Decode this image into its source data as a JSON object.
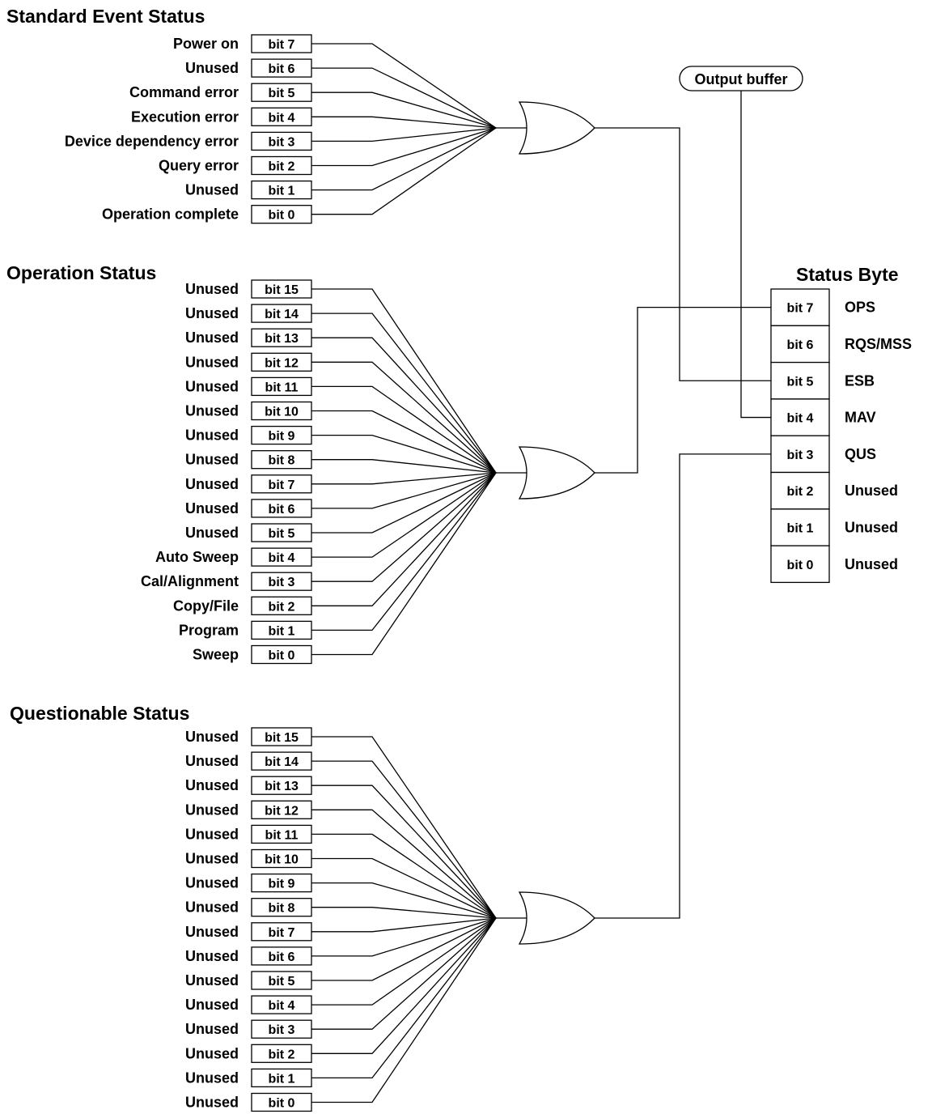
{
  "groups": [
    {
      "id": "standard-event-status",
      "title": "Standard Event Status",
      "rows": [
        {
          "label": "Power on",
          "bit": "bit 7"
        },
        {
          "label": "Unused",
          "bit": "bit 6"
        },
        {
          "label": "Command error",
          "bit": "bit 5"
        },
        {
          "label": "Execution error",
          "bit": "bit 4"
        },
        {
          "label": "Device dependency error",
          "bit": "bit 3"
        },
        {
          "label": "Query error",
          "bit": "bit 2"
        },
        {
          "label": "Unused",
          "bit": "bit 1"
        },
        {
          "label": "Operation complete",
          "bit": "bit 0"
        }
      ]
    },
    {
      "id": "operation-status",
      "title": "Operation Status",
      "rows": [
        {
          "label": "Unused",
          "bit": "bit 15"
        },
        {
          "label": "Unused",
          "bit": "bit 14"
        },
        {
          "label": "Unused",
          "bit": "bit 13"
        },
        {
          "label": "Unused",
          "bit": "bit 12"
        },
        {
          "label": "Unused",
          "bit": "bit 11"
        },
        {
          "label": "Unused",
          "bit": "bit 10"
        },
        {
          "label": "Unused",
          "bit": "bit 9"
        },
        {
          "label": "Unused",
          "bit": "bit 8"
        },
        {
          "label": "Unused",
          "bit": "bit 7"
        },
        {
          "label": "Unused",
          "bit": "bit 6"
        },
        {
          "label": "Unused",
          "bit": "bit 5"
        },
        {
          "label": "Auto Sweep",
          "bit": "bit 4"
        },
        {
          "label": "Cal/Alignment",
          "bit": "bit 3"
        },
        {
          "label": "Copy/File",
          "bit": "bit 2"
        },
        {
          "label": "Program",
          "bit": "bit 1"
        },
        {
          "label": "Sweep",
          "bit": "bit 0"
        }
      ]
    },
    {
      "id": "questionable-status",
      "title": "Questionable Status",
      "rows": [
        {
          "label": "Unused",
          "bit": "bit 15"
        },
        {
          "label": "Unused",
          "bit": "bit 14"
        },
        {
          "label": "Unused",
          "bit": "bit 13"
        },
        {
          "label": "Unused",
          "bit": "bit 12"
        },
        {
          "label": "Unused",
          "bit": "bit 11"
        },
        {
          "label": "Unused",
          "bit": "bit 10"
        },
        {
          "label": "Unused",
          "bit": "bit 9"
        },
        {
          "label": "Unused",
          "bit": "bit 8"
        },
        {
          "label": "Unused",
          "bit": "bit 7"
        },
        {
          "label": "Unused",
          "bit": "bit 6"
        },
        {
          "label": "Unused",
          "bit": "bit 5"
        },
        {
          "label": "Unused",
          "bit": "bit 4"
        },
        {
          "label": "Unused",
          "bit": "bit 3"
        },
        {
          "label": "Unused",
          "bit": "bit 2"
        },
        {
          "label": "Unused",
          "bit": "bit 1"
        },
        {
          "label": "Unused",
          "bit": "bit 0"
        }
      ]
    }
  ],
  "output_buffer": {
    "label": "Output buffer"
  },
  "status_byte": {
    "title": "Status Byte",
    "rows": [
      {
        "bit": "bit 7",
        "label": "OPS"
      },
      {
        "bit": "bit 6",
        "label": "RQS/MSS"
      },
      {
        "bit": "bit 5",
        "label": "ESB"
      },
      {
        "bit": "bit 4",
        "label": "MAV"
      },
      {
        "bit": "bit 3",
        "label": "QUS"
      },
      {
        "bit": "bit 2",
        "label": "Unused"
      },
      {
        "bit": "bit 1",
        "label": "Unused"
      },
      {
        "bit": "bit 0",
        "label": "Unused"
      }
    ]
  },
  "connections": [
    {
      "from": "standard-event-status",
      "to_bit": "bit 5"
    },
    {
      "from": "operation-status",
      "to_bit": "bit 7"
    },
    {
      "from": "output_buffer",
      "to_bit": "bit 4"
    },
    {
      "from": "questionable-status",
      "to_bit": "bit 3"
    }
  ]
}
